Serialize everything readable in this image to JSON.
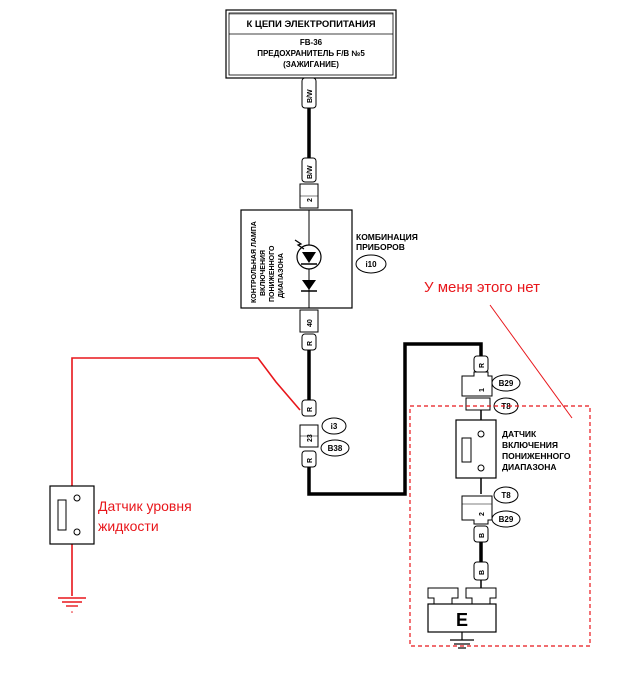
{
  "colors": {
    "wire": "#000000",
    "annotation_red": "#e8161b",
    "background": "#ffffff"
  },
  "power_box": {
    "line1": "К ЦЕПИ ЭЛЕКТРОПИТАНИЯ",
    "line2": "FB-36",
    "line3": "ПРЕДОХРАНИТЕЛЬ F/B №5",
    "line4": "(ЗАЖИГАНИЕ)"
  },
  "wire_codes": {
    "top": "B/W",
    "pin2": "2",
    "pin2_wire": "B/W",
    "pin40": "40",
    "r1": "R",
    "r2": "R",
    "pin23": "23",
    "r3": "R",
    "right_r": "R",
    "right_pin1": "1",
    "right_pin2": "2",
    "right_b1": "B",
    "right_b2": "B"
  },
  "lamp_box": {
    "vertical_label_1": "КОНТРОЛЬНАЯ ЛАМПА",
    "vertical_label_2": "ВКЛЮЧЕНИЯ",
    "vertical_label_3": "ПОНИЖЕННОГО",
    "vertical_label_4": "ДИАПАЗОНА"
  },
  "combination": {
    "line1": "КОМБИНАЦИЯ",
    "line2": "ПРИБОРОВ",
    "connector": "i10"
  },
  "connectors": {
    "i3": "i3",
    "b38": "B38",
    "b29_top": "B29",
    "t8_top": "T8",
    "t8_bottom": "T8",
    "b29_bottom": "B29"
  },
  "switch_label": {
    "line1": "ДАТЧИК",
    "line2": "ВКЛЮЧЕНИЯ",
    "line3": "ПОНИЖЕННОГО",
    "line4": "ДИАПАЗОНА"
  },
  "ground_label": "E",
  "annotations": {
    "not_present": "У меня этого нет",
    "fluid_sensor_1": "Датчик уровня",
    "fluid_sensor_2": "жидкости"
  }
}
